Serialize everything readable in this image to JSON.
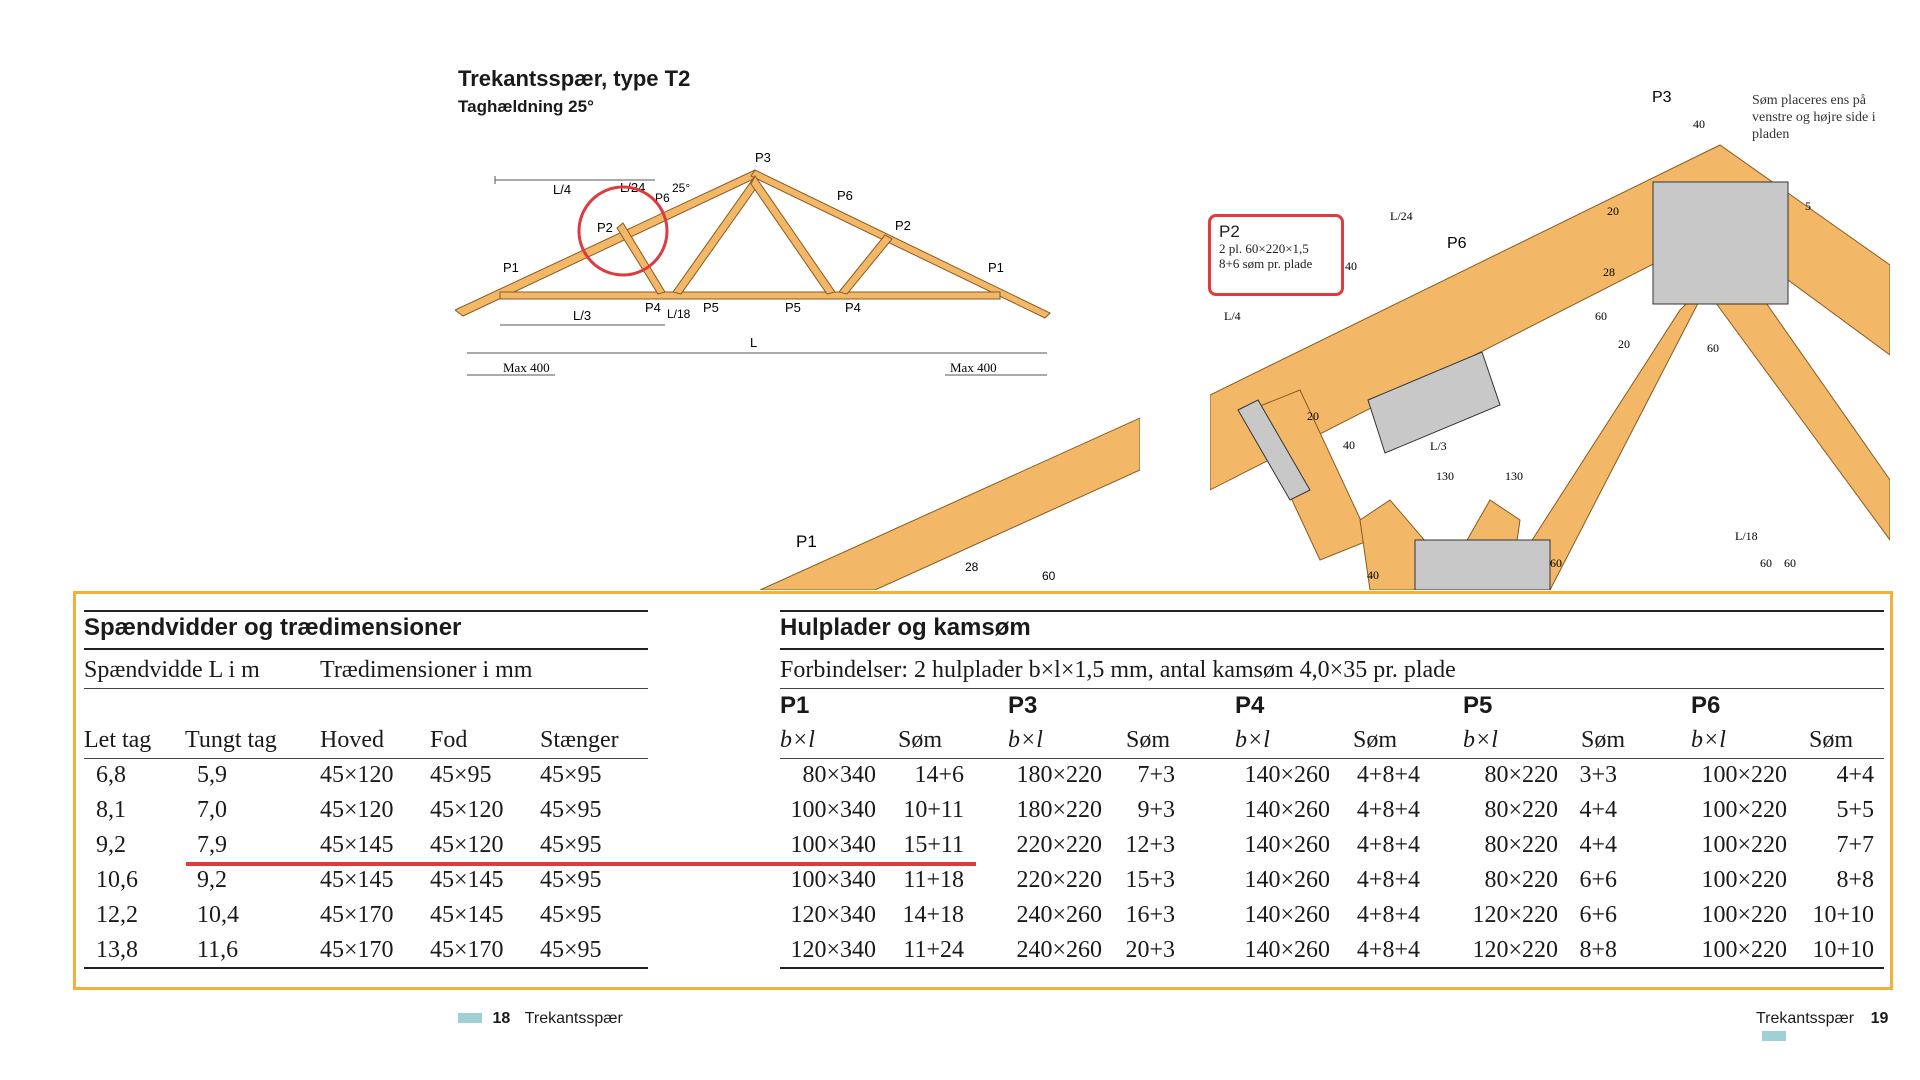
{
  "header": {
    "title": "Trekantsspær, type T2",
    "subtitle": "Taghældning 25°"
  },
  "diagram": {
    "joints": [
      "P1",
      "P2",
      "P3",
      "P4",
      "P5",
      "P6"
    ],
    "labels": {
      "l4": "L/4",
      "l24": "L/24",
      "l3": "L/3",
      "l18": "L/18",
      "l": "L",
      "max400_left": "Max 400",
      "max400_right": "Max 400",
      "angle": "25°"
    },
    "detail_dims": [
      "20",
      "40",
      "28",
      "60",
      "130",
      "5"
    ],
    "p2_note": {
      "title": "P2",
      "line1": "2 pl. 60×220×1,5",
      "line2": "8+6 søm pr. plade"
    },
    "side_note": "Søm placeres ens på venstre og højre side i pladen",
    "colors": {
      "timber": "#f2b868",
      "plate": "#c8c8c8",
      "highlight": "#e0393e",
      "frame": "#f0b23d"
    }
  },
  "left_table": {
    "title": "Spændvidder og trædimensioner",
    "group_span": "Spændvidde L i m",
    "group_dims": "Trædimensioner i mm",
    "columns": [
      "Let tag",
      "Tungt tag",
      "Hoved",
      "Fod",
      "Stænger"
    ],
    "rows": [
      [
        "6,8",
        "5,9",
        "45×120",
        "45×95",
        "45×95"
      ],
      [
        "8,1",
        "7,0",
        "45×120",
        "45×120",
        "45×95"
      ],
      [
        "9,2",
        "7,9",
        "45×145",
        "45×120",
        "45×95"
      ],
      [
        "10,6",
        "9,2",
        "45×145",
        "45×145",
        "45×95"
      ],
      [
        "12,2",
        "10,4",
        "45×170",
        "45×145",
        "45×95"
      ],
      [
        "13,8",
        "11,6",
        "45×170",
        "45×170",
        "45×95"
      ]
    ]
  },
  "right_table": {
    "title": "Hulplader og kamsøm",
    "subtitle": "Forbindelser: 2 hulplader b×l×1,5 mm, antal kamsøm 4,0×35 pr. plade",
    "groups": [
      "P1",
      "P3",
      "P4",
      "P5",
      "P6"
    ],
    "sub_bl": "b×l",
    "sub_som": "Søm",
    "rows": [
      [
        "80×340",
        "14+6",
        "180×220",
        "7+3",
        "140×260",
        "4+8+4",
        "80×220",
        "3+3",
        "100×220",
        "4+4"
      ],
      [
        "100×340",
        "10+11",
        "180×220",
        "9+3",
        "140×260",
        "4+8+4",
        "80×220",
        "4+4",
        "100×220",
        "5+5"
      ],
      [
        "100×340",
        "15+11",
        "220×220",
        "12+3",
        "140×260",
        "4+8+4",
        "80×220",
        "4+4",
        "100×220",
        "7+7"
      ],
      [
        "100×340",
        "11+18",
        "220×220",
        "15+3",
        "140×260",
        "4+8+4",
        "80×220",
        "6+6",
        "100×220",
        "8+8"
      ],
      [
        "120×340",
        "14+18",
        "240×260",
        "16+3",
        "140×260",
        "4+8+4",
        "120×220",
        "6+6",
        "100×220",
        "10+10"
      ],
      [
        "120×340",
        "11+24",
        "240×260",
        "20+3",
        "140×260",
        "4+8+4",
        "120×220",
        "8+8",
        "100×220",
        "10+10"
      ]
    ]
  },
  "footer": {
    "left_page": "18",
    "left_label": "Trekantsspær",
    "right_label": "Trekantsspær",
    "right_page": "19"
  }
}
